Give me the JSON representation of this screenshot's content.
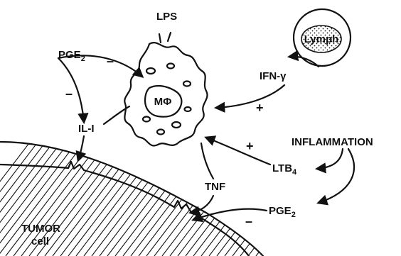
{
  "nodes": {
    "lps": "LPS",
    "lymph": "Lymph",
    "macrophage": "MΦ",
    "ifn": "IFN-γ",
    "pge2_top": "PGE",
    "pge2_top_sub": "2",
    "il1": "IL-I",
    "inflammation": "INFLAMMATION",
    "ltb4": "LTB",
    "ltb4_sub": "4",
    "tnf": "TNF",
    "pge2_bottom": "PGE",
    "pge2_bottom_sub": "2",
    "tumor": "TUMOR",
    "tumor_cell": "cell"
  },
  "signs": {
    "pge2_to_macrophage": "–",
    "pge2_to_il1": "–",
    "ifn_to_macrophage": "+",
    "ltb4_to_macrophage": "+",
    "pge2_to_tumor": "–"
  },
  "colors": {
    "ink": "#111111",
    "background": "#ffffff"
  }
}
